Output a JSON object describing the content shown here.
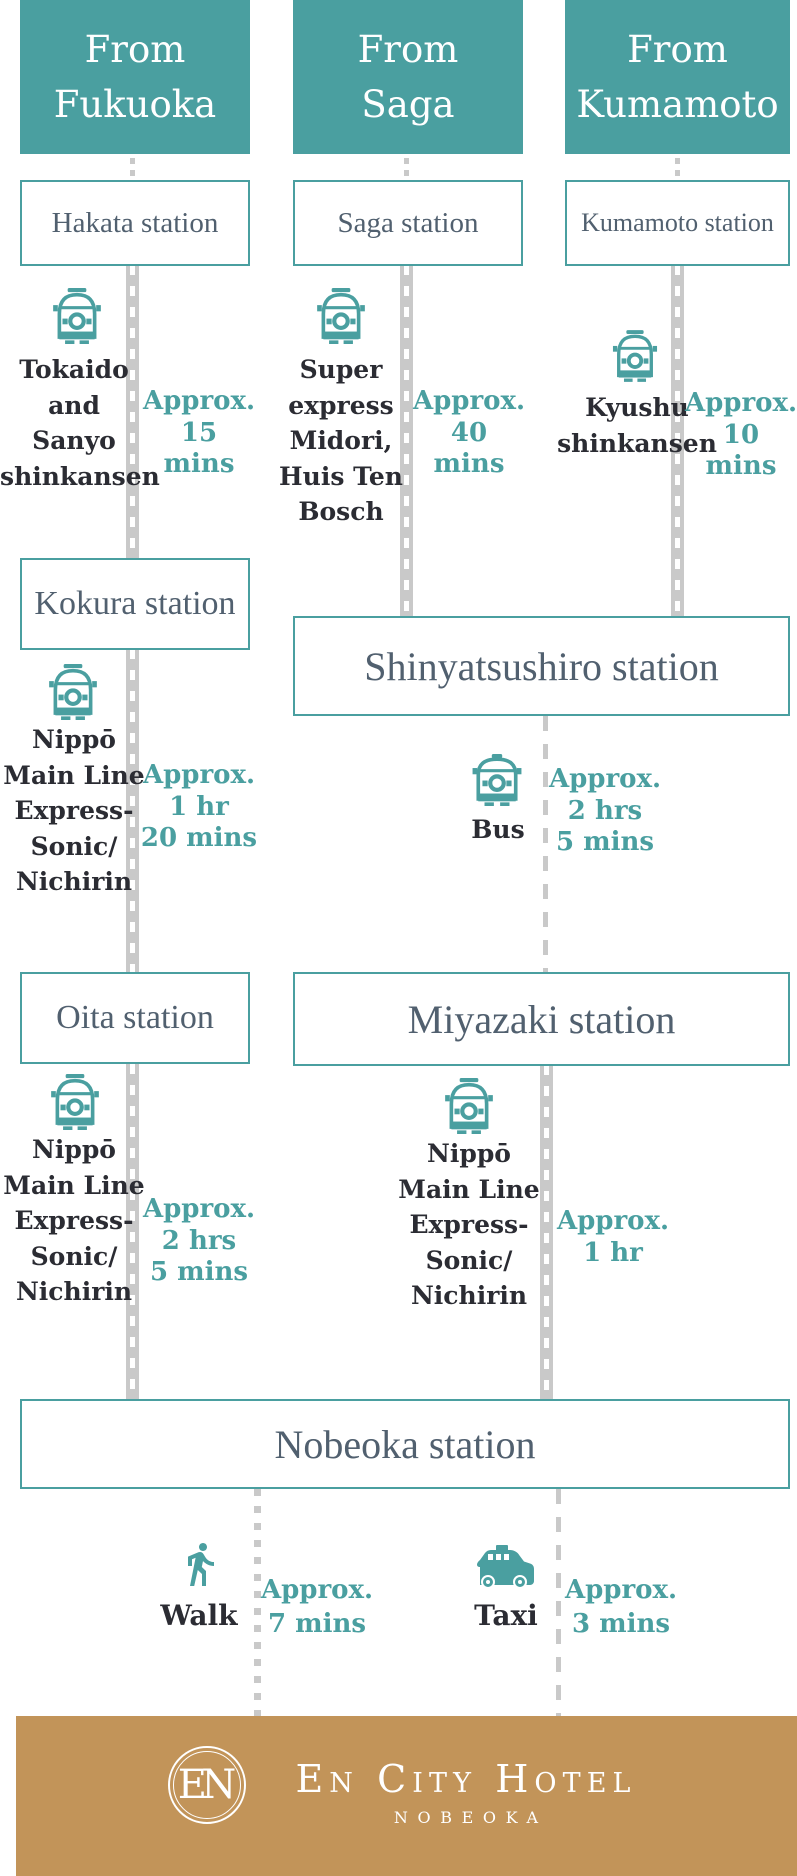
{
  "colors": {
    "teal": "#4A9FA0",
    "slate": "#51606F",
    "dark": "#2B2C33",
    "line": "#C9C9C9",
    "gold": "#C29459",
    "white": "#FFFFFF"
  },
  "routes": {
    "fukuoka": {
      "from": "From\nFukuoka",
      "origin": "Hakata station",
      "leg1_label": "Tokaido\nand\nSanyo\nshinkansen",
      "leg1_duration": "Approx.\n15 mins",
      "kokura": "Kokura station",
      "leg2_label": "Nippō\nMain Line\nExpress-\nSonic/\nNichirin",
      "leg2_duration": "Approx.\n1 hr\n20 mins",
      "oita": "Oita station",
      "leg3_label": "Nippō\nMain Line\nExpress-\nSonic/\nNichirin",
      "leg3_duration": "Approx.\n2 hrs\n5 mins"
    },
    "saga": {
      "from": "From\nSaga",
      "origin": "Saga station",
      "leg1_label": "Super\nexpress\nMidori,\nHuis Ten\nBosch",
      "leg1_duration": "Approx.\n40 mins"
    },
    "kumamoto": {
      "from": "From\nKumamoto",
      "origin": "Kumamoto station",
      "leg1_label": "Kyushu\nshinkansen",
      "leg1_duration": "Approx.\n10 mins"
    },
    "south": {
      "shinyatsushiro": "Shinyatsushiro station",
      "bus_label": "Bus",
      "bus_duration": "Approx.\n2 hrs\n5 mins",
      "miyazaki": "Miyazaki station",
      "train_label": "Nippō\nMain Line\nExpress-\nSonic/\nNichirin",
      "train_duration": "Approx.\n1 hr"
    },
    "nobeoka": {
      "station": "Nobeoka station",
      "walk_label": "Walk",
      "walk_duration": "Approx.\n7 mins",
      "taxi_label": "Taxi",
      "taxi_duration": "Approx.\n3 mins"
    }
  },
  "footer": {
    "monogram": "EN",
    "hotel_name": "En City Hotel",
    "hotel_location": "NOBEOKA"
  }
}
